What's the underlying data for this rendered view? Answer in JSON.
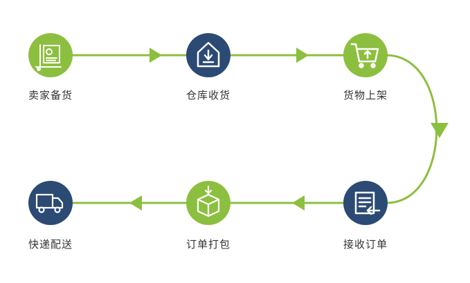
{
  "colors": {
    "green": "#8cbf3f",
    "navy": "#2b4a74",
    "icon": "#ffffff",
    "text": "#333333"
  },
  "steps": [
    {
      "label": "卖家备货",
      "icon": "cart-dolly-icon",
      "fill": "green"
    },
    {
      "label": "仓库收货",
      "icon": "warehouse-icon",
      "fill": "navy"
    },
    {
      "label": "货物上架",
      "icon": "shopping-cart-icon",
      "fill": "green"
    },
    {
      "label": "接收订单",
      "icon": "order-document-icon",
      "fill": "navy"
    },
    {
      "label": "订单打包",
      "icon": "package-box-icon",
      "fill": "green"
    },
    {
      "label": "快递配送",
      "icon": "delivery-truck-icon",
      "fill": "navy"
    }
  ]
}
